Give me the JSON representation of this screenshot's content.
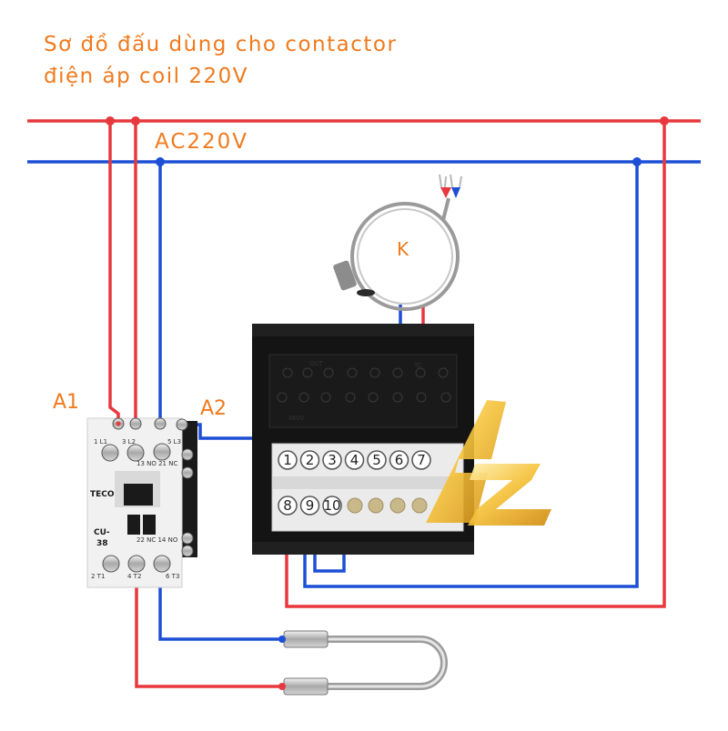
{
  "title": {
    "line1": "Sơ đồ đấu dùng cho contactor",
    "line2": "điện áp coil 220V"
  },
  "labels": {
    "supply": "AC220V",
    "coil_a1": "A1",
    "coil_a2": "A2",
    "sensor": "K"
  },
  "contactor": {
    "brand": "TECO",
    "model_line1": "CU-",
    "model_line2": "38",
    "top_terminals": [
      "1 L1",
      "3 L2",
      "5 L3"
    ],
    "bottom_terminals": [
      "2 T1",
      "4 T2",
      "6 T3"
    ],
    "aux_top": "13 NO 21 NC",
    "aux_bottom": "22 NC 14 NO"
  },
  "controller": {
    "terminals_top": [
      "1",
      "2",
      "3",
      "4",
      "5",
      "6",
      "7"
    ],
    "terminals_bottom": [
      "8",
      "9",
      "10"
    ],
    "panel_out": "OUT",
    "panel_tc": "TC",
    "panel_volt": "380V"
  },
  "logo": {
    "text": "AZ"
  },
  "colors": {
    "phase": "#e8383d",
    "neutral": "#1c4fd6",
    "accent": "#f07a1e",
    "controller_body": "#141414"
  }
}
